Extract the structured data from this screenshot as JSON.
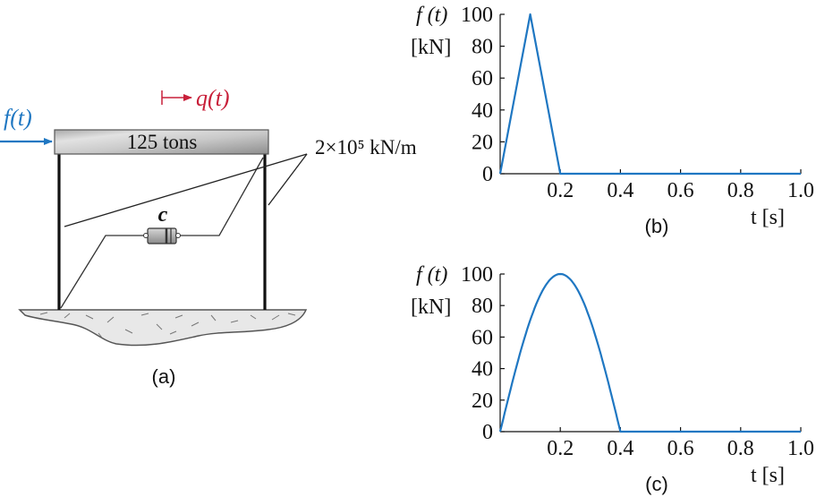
{
  "diagram": {
    "mass_label": "125 tons",
    "stiffness_label": "2×10⁵ kN/m",
    "damper_label": "c",
    "force_label": "f(t)",
    "displacement_label": "q(t)",
    "caption": "(a)",
    "colors": {
      "force": "#1f77c2",
      "displacement": "#c8203a",
      "curve": "#1f77c2"
    }
  },
  "chart_data": [
    {
      "type": "line",
      "caption": "(b)",
      "ylabel_top": "f (t)",
      "ylabel_unit": "[kN]",
      "xlabel": "t [s]",
      "yticks": [
        "0",
        "20",
        "40",
        "60",
        "80",
        "100"
      ],
      "xticks": [
        "0.2",
        "0.4",
        "0.6",
        "0.8",
        "1.0"
      ],
      "xlim": [
        0,
        1.0
      ],
      "ylim": [
        0,
        100
      ],
      "x": [
        0,
        0.1,
        0.2,
        1.0
      ],
      "y": [
        0,
        100,
        0,
        0
      ]
    },
    {
      "type": "line",
      "caption": "(c)",
      "ylabel_top": "f (t)",
      "ylabel_unit": "[kN]",
      "xlabel": "t [s]",
      "yticks": [
        "0",
        "20",
        "40",
        "60",
        "80",
        "100"
      ],
      "xticks": [
        "0.2",
        "0.4",
        "0.6",
        "0.8",
        "1.0"
      ],
      "xlim": [
        0,
        1.0
      ],
      "ylim": [
        0,
        100
      ],
      "shape": "half-sine pulse, peak 100 kN at t = 0.2 s, zero for t ≥ 0.4 s",
      "x": [
        0,
        0.05,
        0.1,
        0.15,
        0.2,
        0.25,
        0.3,
        0.35,
        0.4,
        1.0
      ],
      "y": [
        0,
        38.3,
        70.7,
        92.4,
        100,
        92.4,
        70.7,
        38.3,
        0,
        0
      ]
    }
  ]
}
